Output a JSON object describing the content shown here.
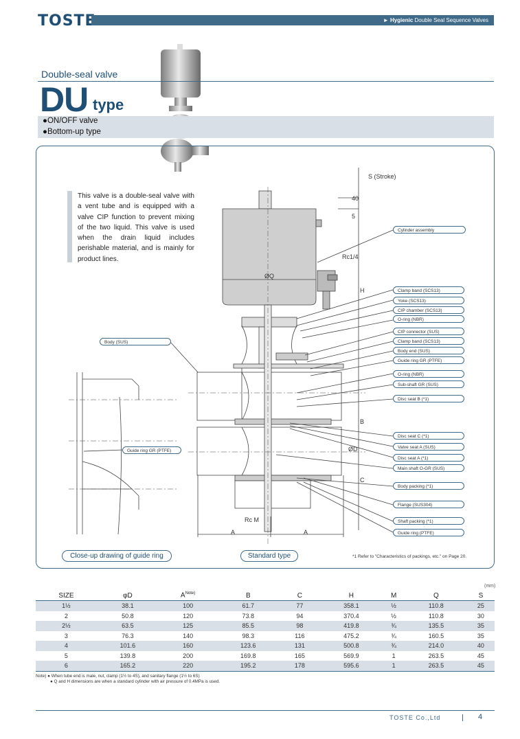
{
  "header": {
    "logo": "TOSTE",
    "arrow": "►",
    "category_bold": "Hygienic",
    "category_rest": "Double Seal Sequence Valves"
  },
  "title": {
    "subtitle": "Double-seal valve",
    "code": "DU",
    "word": "type",
    "features": [
      "●ON/OFF valve",
      "●Bottom-up type"
    ]
  },
  "description": "This valve is a double-seal valve with a vent tube and is equipped with a valve CIP function to prevent mixing of the two liquid. This valve is used when the drain liquid includes perishable material, and is mainly for product lines.",
  "drawing": {
    "dims": {
      "stroke": "S (Stroke)",
      "d40": "40",
      "d5": "5",
      "rc14": "Rc1/4",
      "oq": "ØQ",
      "h": "H",
      "b": "B",
      "od": "ØD",
      "c": "C",
      "rcm": "Rc M",
      "a1": "A",
      "a2": "A"
    },
    "parts": [
      "Cylinder assembly",
      "Clamp band (SCS13)",
      "Yoke (SCS13)",
      "CIP chamber (SCS13)",
      "O-ring (NBR)",
      "CIP connector (SUS)",
      "Clamp band (SCS13)",
      "Body end (SUS)",
      "Guide ring GR (PTFE)",
      "O-ring (NBR)",
      "Sub-shaft GR (SUS)",
      "Disc seat B (*1)",
      "Disc seat C (*1)",
      "Valve seat A (SUS)",
      "Disc seat A (*1)",
      "Main shaft O-GR (SUS)",
      "Body packing (*1)",
      "Flange (SUS304)",
      "Shaft packing (*1)",
      "Guide ring (PTFE)"
    ],
    "body_label": "Body (SUS)",
    "closeup_label": "Guide ring GR (PTFE)",
    "caption_closeup": "Close-up drawing of guide ring",
    "caption_standard": "Standard type",
    "footnote": "*1 Refer to \"Characteristics of packings, etc.\" on Page 20."
  },
  "table": {
    "unit": "(mm)",
    "headers": [
      "SIZE",
      "φD",
      "A",
      "B",
      "C",
      "H",
      "M",
      "Q",
      "S"
    ],
    "a_note": "Note)",
    "rows": [
      [
        "1½",
        "38.1",
        "100",
        "61.7",
        "77",
        "358.1",
        "½",
        "110.8",
        "25"
      ],
      [
        "2",
        "50.8",
        "120",
        "73.8",
        "94",
        "370.4",
        "½",
        "110.8",
        "30"
      ],
      [
        "2½",
        "63.5",
        "125",
        "85.5",
        "98",
        "419.8",
        "¾",
        "135.5",
        "35"
      ],
      [
        "3",
        "76.3",
        "140",
        "98.3",
        "116",
        "475.2",
        "¾",
        "160.5",
        "35"
      ],
      [
        "4",
        "101.6",
        "160",
        "123.6",
        "131",
        "500.8",
        "¾",
        "214.0",
        "40"
      ],
      [
        "5",
        "139.8",
        "200",
        "169.8",
        "165",
        "569.9",
        "1",
        "263.5",
        "45"
      ],
      [
        "6",
        "165.2",
        "220",
        "195.2",
        "178",
        "595.6",
        "1",
        "263.5",
        "45"
      ]
    ]
  },
  "notes": [
    "Note) ● When tube end is male, nut, clamp (1½ to 4S), and sanitary flange (1½ to 6S)",
    "● Q and H dimensions are when a standard cylinder with air pressure of 0.4MPa is used."
  ],
  "footer": {
    "company": "TOSTE Co.,Ltd",
    "page": "4"
  },
  "colors": {
    "accent": "#1f4f75",
    "bar": "#3f6a88",
    "shade": "#d9dfe6"
  }
}
